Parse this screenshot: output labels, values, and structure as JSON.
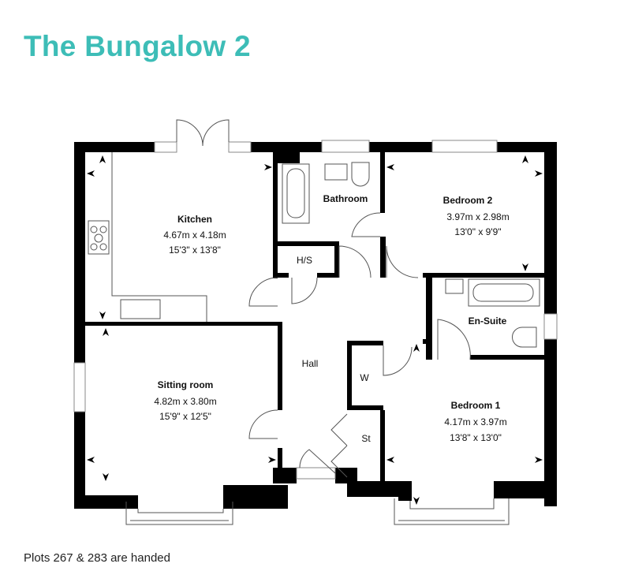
{
  "title": "The Bungalow 2",
  "footnote": "Plots 267 & 283 are handed",
  "colors": {
    "title": "#3dbdb7",
    "walls": "#000000"
  },
  "rooms": {
    "kitchen": {
      "name": "Kitchen",
      "metric": "4.67m x 4.18m",
      "imperial": "15'3\" x 13'8\""
    },
    "bathroom": {
      "name": "Bathroom"
    },
    "bedroom2": {
      "name": "Bedroom 2",
      "metric": "3.97m x 2.98m",
      "imperial": "13'0\" x 9'9\""
    },
    "hs": {
      "name": "H/S"
    },
    "ensuite": {
      "name": "En-Suite"
    },
    "hall": {
      "name": "Hall"
    },
    "w": {
      "name": "W"
    },
    "st": {
      "name": "St"
    },
    "sitting": {
      "name": "Sitting room",
      "metric": "4.82m x 3.80m",
      "imperial": "15'9\" x 12'5\""
    },
    "bedroom1": {
      "name": "Bedroom 1",
      "metric": "4.17m x 3.97m",
      "imperial": "13'8\" x 13'0\""
    }
  }
}
